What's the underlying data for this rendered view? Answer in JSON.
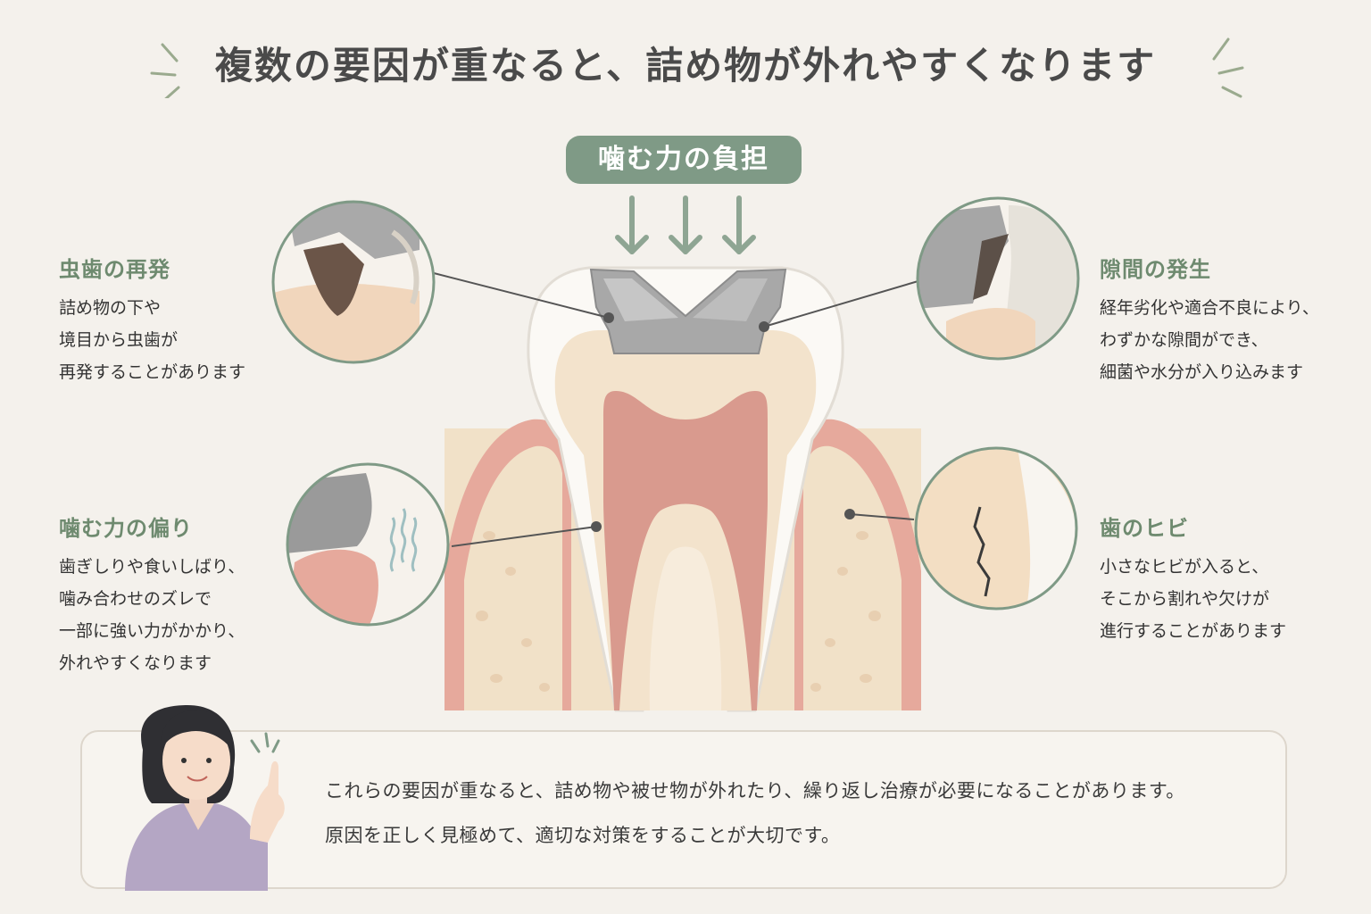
{
  "title": "複数の要因が重なると、詰め物が外れやすくなります",
  "force_label": "噛む力の負担",
  "causes": [
    {
      "title": "虫歯の再発",
      "lines": [
        "詰め物の下や",
        "境目から虫歯が",
        "再発することがあります"
      ]
    },
    {
      "title": "噛む力の偏り",
      "lines": [
        "歯ぎしりや食いしばり、",
        "噛み合わせのズレで",
        "一部に強い力がかかり、",
        "外れやすくなります"
      ]
    },
    {
      "title": "隙間の発生",
      "lines": [
        "経年劣化や適合不良により、",
        "わずかな隙間ができ、",
        "細菌や水分が入り込みます"
      ]
    },
    {
      "title": "歯のヒビ",
      "lines": [
        "小さなヒビが入ると、",
        "そこから割れや欠けが",
        "進行することがあります"
      ]
    }
  ],
  "note": {
    "line1": "これらの要因が重なると、詰め物や被せ物が外れたり、繰り返し治療が必要になることがあります。",
    "line2": "原因を正しく見極めて、適切な対策をすることが大切です。"
  },
  "colors": {
    "accent": "#7f9a86",
    "heading": "#6e8a6f",
    "gum": "#e6a99c",
    "pulp": "#d99a8e",
    "dentin": "#f3e3cc",
    "bone": "#f1e1c8",
    "metal": "#a8a8a8"
  },
  "icons": [
    "sparkle-icon",
    "down-arrow-icon",
    "nurse-avatar"
  ]
}
